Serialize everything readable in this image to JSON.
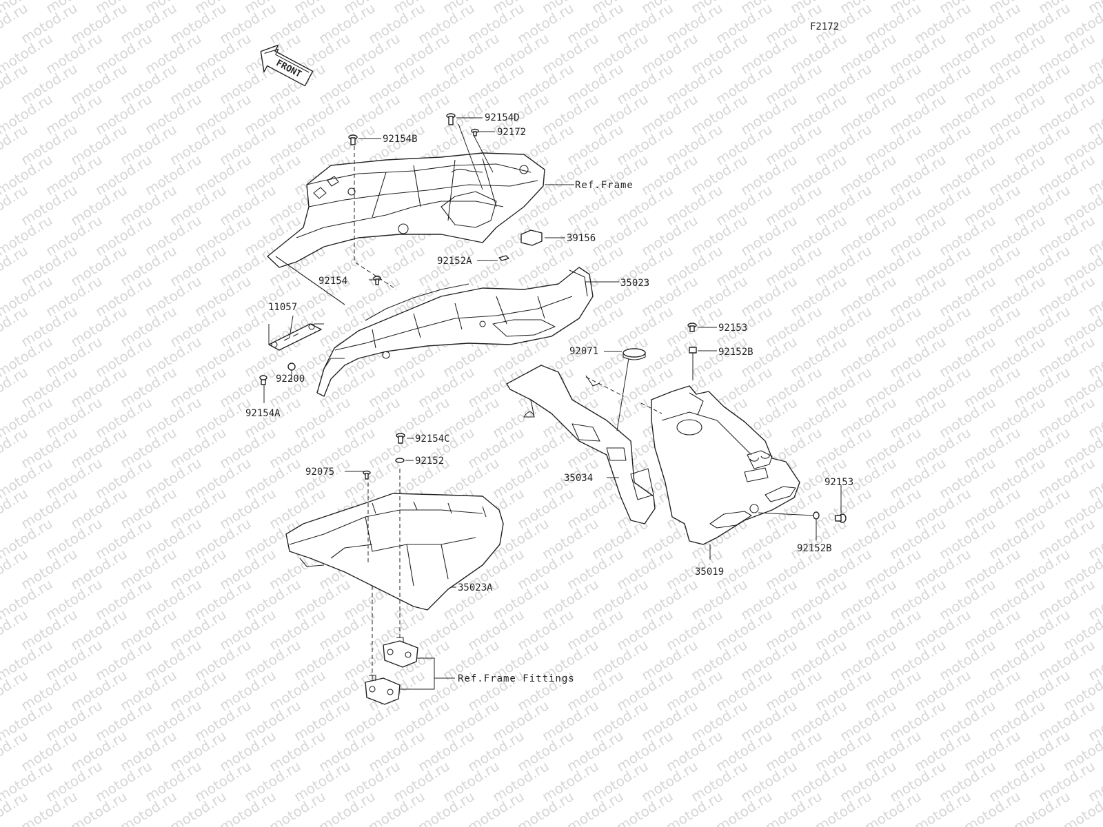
{
  "diagram_code": "F2172",
  "front_label": "FRONT",
  "watermark": "motod.ru",
  "parts": {
    "p92154D": "92154D",
    "p92172": "92172",
    "p92154B": "92154B",
    "ref_frame": "Ref.Frame",
    "p39156": "39156",
    "p92152A": "92152A",
    "p92154": "92154",
    "p35023": "35023",
    "p11057": "11057",
    "p92153_top": "92153",
    "p92071": "92071",
    "p92152B_top": "92152B",
    "p92200": "92200",
    "p92154A": "92154A",
    "p92154C": "92154C",
    "p92152": "92152",
    "p92075": "92075",
    "p35034": "35034",
    "p92153_right": "92153",
    "p92152B_bottom": "92152B",
    "p35019": "35019",
    "p35023A": "35023A",
    "ref_frame_fittings": "Ref.Frame Fittings"
  }
}
